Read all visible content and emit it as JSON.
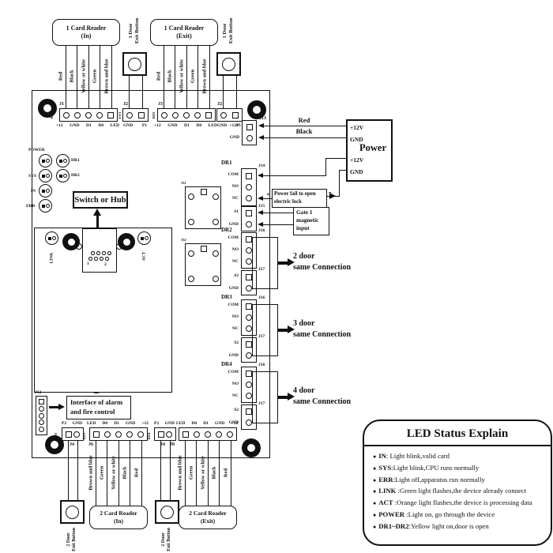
{
  "top": {
    "reader_in": {
      "l1": "1 Card Reader",
      "l2": "(In)"
    },
    "reader_exit": {
      "l1": "1 Card Reader",
      "l2": "(Exit)"
    },
    "exit_btn": {
      "l1": "1 Door",
      "l2": "Exit Button"
    },
    "wire_labels": [
      "Red",
      "Black",
      "Yellow or white",
      "Green",
      "Brown and blue"
    ],
    "j1": "J1",
    "j2a": "J2",
    "j3": "J3",
    "j2b": "J2",
    "rd1": "RD1",
    "eo1": "EO1",
    "rd2": "RD2",
    "reader_pins": [
      "+12",
      "GND",
      "D1",
      "D0",
      "LED"
    ],
    "btn_pins": [
      "GND",
      "P1"
    ]
  },
  "power": {
    "title": "Power",
    "p1": "+12V",
    "g1": "GND",
    "p2": "+12V",
    "g2": "GND",
    "j13": "J13",
    "j13_p1": "+12V",
    "j13_p2": "GND",
    "wire_red": "Red",
    "wire_black": "Black",
    "fail_l1": "Power fail to open",
    "fail_l2": "electric lock",
    "plus": "+",
    "minus": "-",
    "gate_l1": "Gate 1",
    "gate_l2": "magnetic",
    "gate_l3": "input"
  },
  "doors": {
    "dr1": {
      "name": "DR1",
      "ja": "J14",
      "jb": "J15",
      "pins": [
        "COM",
        "NO",
        "NC",
        "S1",
        "GND"
      ]
    },
    "dr2": {
      "name": "DR2",
      "ja": "J16",
      "jb": "J17",
      "pins": [
        "COM",
        "NO",
        "NC",
        "S2",
        "GND"
      ],
      "note1": "2 door",
      "note2": "same Connection"
    },
    "dr3": {
      "name": "DR3",
      "ja": "J16",
      "jb": "J17",
      "pins": [
        "COM",
        "NO",
        "NC",
        "S2",
        "GND"
      ],
      "note1": "3 door",
      "note2": "same Connection"
    },
    "dr4": {
      "name": "DR4",
      "ja": "J16",
      "jb": "J17",
      "pins": [
        "COM",
        "NO",
        "NC",
        "S2",
        "GND"
      ],
      "note1": "4 door",
      "note2": "same Connection"
    }
  },
  "board": {
    "led_power": "POWER",
    "led_sys": "SYS",
    "led_in": "IN",
    "led_err": "ERR",
    "led_dr1": "DR1",
    "led_dr2": "DR2",
    "switch_hub": "Switch or Hub",
    "link": "LINK",
    "act": "ACT",
    "pin1": "1",
    "pin2": "2",
    "relay1": "J31",
    "relay2": "J32",
    "j12": "J12",
    "alarm_l1": "Interface of alarm",
    "alarm_l2": "and fire control"
  },
  "bottom": {
    "j4a": "J4",
    "j6": "J6",
    "j4b": "J4",
    "j8": "J8",
    "eo3": "EO3",
    "rd3": "RD3",
    "rd4": "RD4",
    "btn_pins": [
      "P2",
      "GND"
    ],
    "reader_pins": [
      "LED",
      "D0",
      "D1",
      "GND",
      "+12"
    ],
    "wire_labels": [
      "Brown and blue",
      "Green",
      "Yellow or white",
      "Black",
      "Red"
    ],
    "exit_btn": {
      "l1": "2 Door",
      "l2": "Exit Button"
    },
    "reader_in": {
      "l1": "2 Card Reader",
      "l2": "(In)"
    },
    "reader_exit": {
      "l1": "2 Card Reader",
      "l2": "(Exit)"
    }
  },
  "legend": {
    "title": "LED Status Explain",
    "items": [
      {
        "label": "IN",
        "desc": ": Light blink,valid card"
      },
      {
        "label": "SYS",
        "desc": ":Light blink,CPU runs normally"
      },
      {
        "label": "ERR",
        "desc": ":Light off,apparatus run normally"
      },
      {
        "label": "LINK",
        "desc": " :Green light flashes,the device already connect"
      },
      {
        "label": "ACT",
        "desc": " :Orange light flashes,the device is processing data"
      },
      {
        "label": "POWER",
        "desc": " :Light on, go through the device"
      },
      {
        "label": "DR1~DR2",
        "desc": ":Yellow light on,door is open"
      }
    ]
  }
}
